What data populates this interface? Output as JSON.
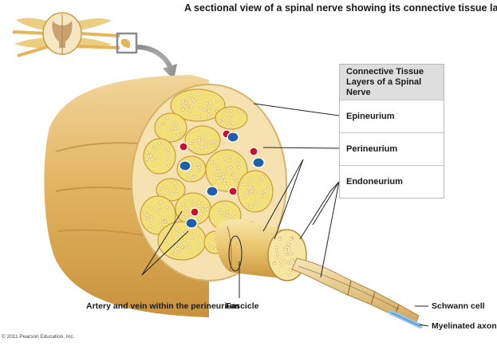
{
  "title": "A sectional view of a spinal nerve showing its connective tissue layers",
  "legend": {
    "heading": "Connective Tissue Layers of a Spinal Nerve",
    "items": [
      "Epineurium",
      "Perineurium",
      "Endoneurium"
    ]
  },
  "labels": {
    "artery_vein": "Artery and vein within the perineurium",
    "fascicle": "Fascicle",
    "schwann_cell": "Schwann cell",
    "myelinated_axon": "Myelinated axon"
  },
  "copyright": "© 2011 Pearson Education, Inc.",
  "colors": {
    "nerve_tan": "#e8c27a",
    "epineurium": "#f6e2b0",
    "fascicle_fill": "#f4e07a",
    "axon": "#fbf3d0",
    "artery": "#c8102e",
    "vein": "#1f5fa8",
    "myelin_blue": "#9cc7ea"
  }
}
